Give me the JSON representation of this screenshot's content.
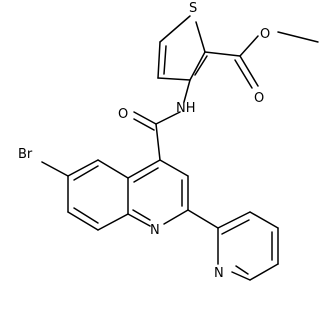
{
  "molecule": {
    "atoms": [
      {
        "id": "S1",
        "label": "S",
        "name": "thiophene-sulfur"
      },
      {
        "id": "O1",
        "label": "O",
        "name": "ester-ether-oxygen"
      },
      {
        "id": "O2",
        "label": "O",
        "name": "ester-carbonyl-oxygen"
      },
      {
        "id": "NH1",
        "label": "NH",
        "name": "amide-nh"
      },
      {
        "id": "O3",
        "label": "O",
        "name": "amide-carbonyl-oxygen"
      },
      {
        "id": "Br1",
        "label": "Br",
        "name": "bromine"
      },
      {
        "id": "N1",
        "label": "N",
        "name": "quinoline-nitrogen"
      },
      {
        "id": "N2",
        "label": "N",
        "name": "pyridine-nitrogen"
      }
    ]
  },
  "colors": {
    "bond": "#000000",
    "label": "#000000",
    "background": "#ffffff"
  }
}
